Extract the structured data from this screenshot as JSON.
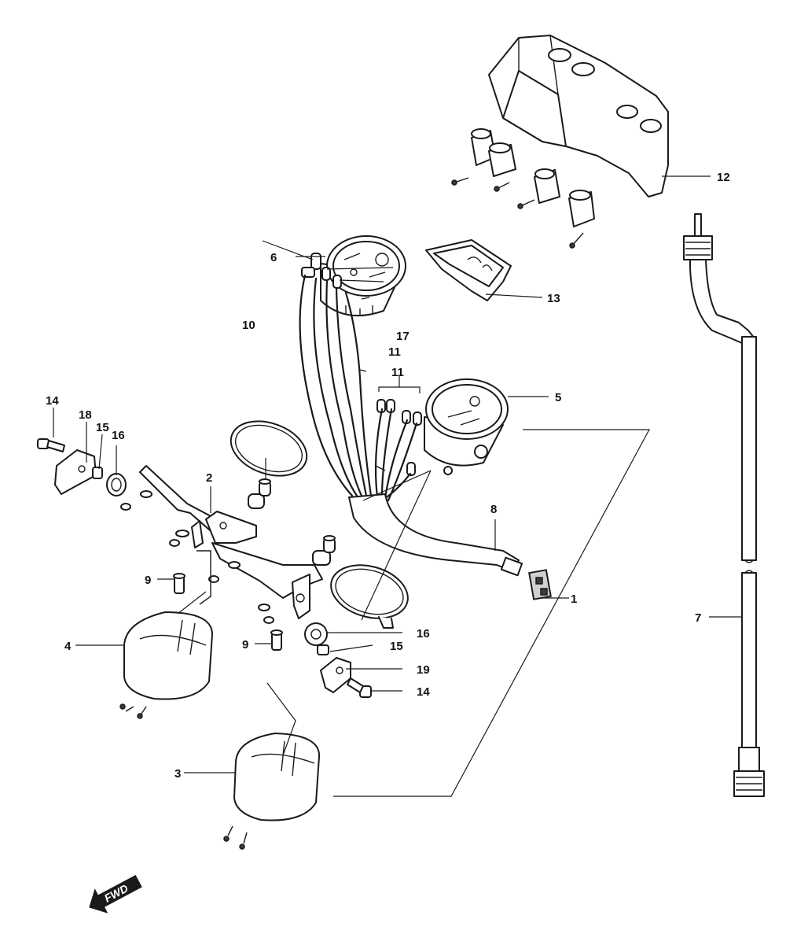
{
  "diagram": {
    "direction_label": "FWD",
    "callouts": [
      {
        "id": "c12",
        "label": "12"
      },
      {
        "id": "c6",
        "label": "6"
      },
      {
        "id": "c13",
        "label": "13"
      },
      {
        "id": "c10",
        "label": "10"
      },
      {
        "id": "c17",
        "label": "17"
      },
      {
        "id": "c11a",
        "label": "11"
      },
      {
        "id": "c11b",
        "label": "11"
      },
      {
        "id": "c5",
        "label": "5"
      },
      {
        "id": "c14a",
        "label": "14"
      },
      {
        "id": "c18",
        "label": "18"
      },
      {
        "id": "c15a",
        "label": "15"
      },
      {
        "id": "c16a",
        "label": "16"
      },
      {
        "id": "c2",
        "label": "2"
      },
      {
        "id": "c8",
        "label": "8"
      },
      {
        "id": "c9a",
        "label": "9"
      },
      {
        "id": "c1",
        "label": "1"
      },
      {
        "id": "c7",
        "label": "7"
      },
      {
        "id": "c4",
        "label": "4"
      },
      {
        "id": "c16b",
        "label": "16"
      },
      {
        "id": "c9b",
        "label": "9"
      },
      {
        "id": "c15b",
        "label": "15"
      },
      {
        "id": "c19",
        "label": "19"
      },
      {
        "id": "c14b",
        "label": "14"
      },
      {
        "id": "c3",
        "label": "3"
      }
    ]
  }
}
